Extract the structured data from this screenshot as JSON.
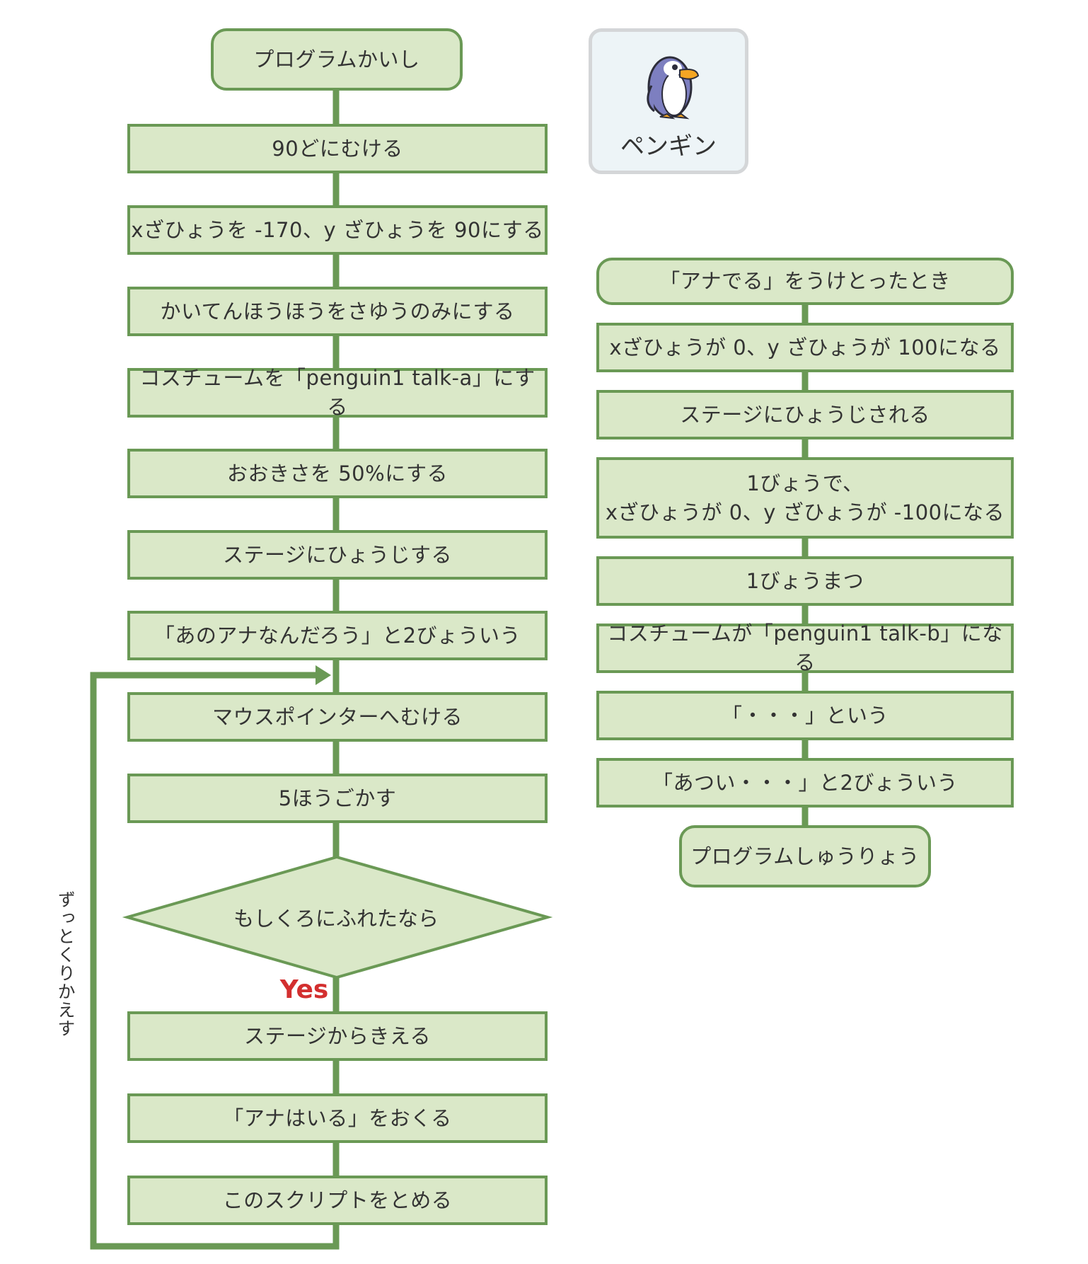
{
  "sprite": {
    "name": "ペンギン",
    "icon": "penguin-icon"
  },
  "colors": {
    "node_fill": "#dae8c8",
    "node_border": "#6a9955",
    "yes_label": "#d32f2f"
  },
  "main_flow": {
    "start": "プログラムかいし",
    "steps": [
      "90どにむける",
      "xざひょうを -170、y ざひょうを 90にする",
      "かいてんほうほうをさゆうのみにする",
      "コスチュームを「penguin1 talk-a」にする",
      "おおきさを 50%にする",
      "ステージにひょうじする",
      "「あのアナなんだろう」と2びょういう",
      "マウスポインターへむける",
      "5ほうごかす"
    ],
    "condition": "もしくろにふれたなら",
    "yes_label": "Yes",
    "yes_steps": [
      "ステージからきえる",
      "「アナはいる」をおくる",
      "このスクリプトをとめる"
    ],
    "loop_label": "ずっとくりかえす"
  },
  "event_flow": {
    "start": "「アナでる」をうけとったとき",
    "steps": [
      "xざひょうが 0、y ざひょうが 100になる",
      "ステージにひょうじされる",
      "1びょうで、\nxざひょうが 0、y ざひょうが -100になる",
      "1びょうまつ",
      "コスチュームが「penguin1 talk-b」になる",
      "「・・・」という",
      "「あつい・・・」と2びょういう"
    ],
    "end": "プログラムしゅうりょう"
  }
}
